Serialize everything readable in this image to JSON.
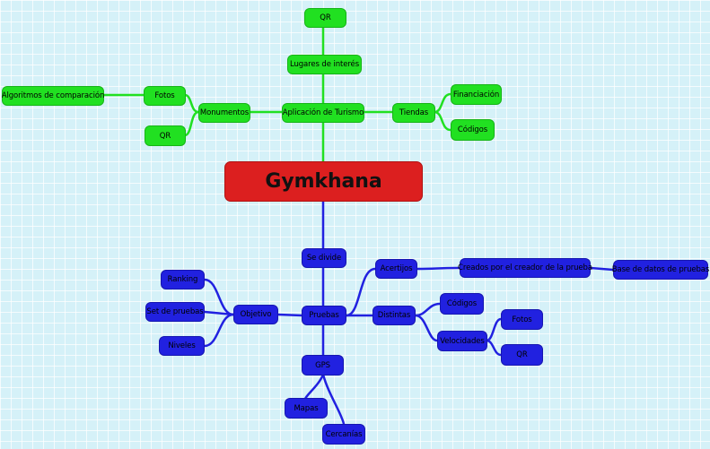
{
  "root": "Gymkhana",
  "nodes": {
    "aplicacion": "Aplicación de Turismo",
    "lugares": "Lugares de interés",
    "qr_top": "QR",
    "monumentos": "Monumentos",
    "fotos_top": "Fotos",
    "algoritmos": "Algoritmos de comparación",
    "qr_mon": "QR",
    "tiendas": "Tiendas",
    "financiacion": "Financiación",
    "codigos_top": "Códigos",
    "se_divide": "Se divide",
    "pruebas": "Pruebas",
    "objetivo": "Objetivo",
    "ranking": "Ranking",
    "set_pruebas": "Set de pruebas",
    "niveles": "Niveles",
    "acertijos": "Acertijos",
    "creados": "Creados por el creador de la prueba",
    "base_datos": "Base de datos de pruebas",
    "distintas": "Distintas",
    "codigos_bottom": "Códigos",
    "velocidades": "Velocidades",
    "fotos_bottom": "Fotos",
    "qr_bottom": "QR",
    "gps": "GPS",
    "mapas": "Mapas",
    "cercanias": "Cercanías"
  },
  "colors": {
    "green_branch": "#21e021",
    "blue_branch": "#2121e0",
    "root": "#dc1f1f",
    "background": "#d5f1f8"
  }
}
